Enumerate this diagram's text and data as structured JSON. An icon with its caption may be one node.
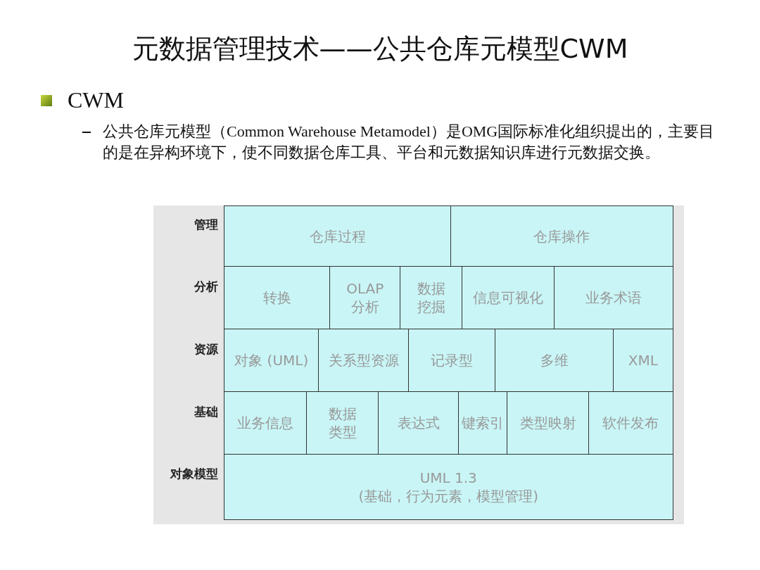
{
  "diagram": {
    "title": "元数据管理技术——公共仓库元模型CWM",
    "nodes": [
      {
        "text": [
          "仓库过程"
        ]
      },
      {
        "text": [
          "仓库操作"
        ]
      },
      {
        "text": [
          "转换"
        ]
      },
      {
        "text": [
          "OLAP 分析"
        ]
      },
      {
        "text": [
          "数据挖掘"
        ]
      },
      {
        "text": [
          "信息可视化"
        ]
      },
      {
        "text": [
          "业务术语"
        ]
      },
      {
        "text": [
          "对象 (UML)"
        ]
      },
      {
        "text": [
          "关系型资源"
        ]
      },
      {
        "text": [
          "记录型"
        ]
      },
      {
        "text": [
          "多维"
        ]
      },
      {
        "text": [
          "XML"
        ]
      },
      {
        "text": [
          "业务信息"
        ]
      },
      {
        "text": [
          "数据类型"
        ]
      },
      {
        "text": [
          "表达式"
        ]
      },
      {
        "text": [
          "键索引"
        ]
      },
      {
        "text": [
          "类型映射"
        ]
      },
      {
        "text": [
          "软件发布"
        ]
      },
      {
        "text": [
          "UML 1.3",
          "(基础，行为元素，模型管理)"
        ]
      }
    ],
    "labels": [
      "CWM",
      "公共仓库元模型（Common Warehouse Metamodel）是OMG国际标准化组织提出的，主要目的是在异构环境下，使不同数据仓库工具、平台和元数据知识库进行元数据交换。",
      "管理",
      "分析",
      "资源",
      "基础",
      "对象模型"
    ]
  }
}
